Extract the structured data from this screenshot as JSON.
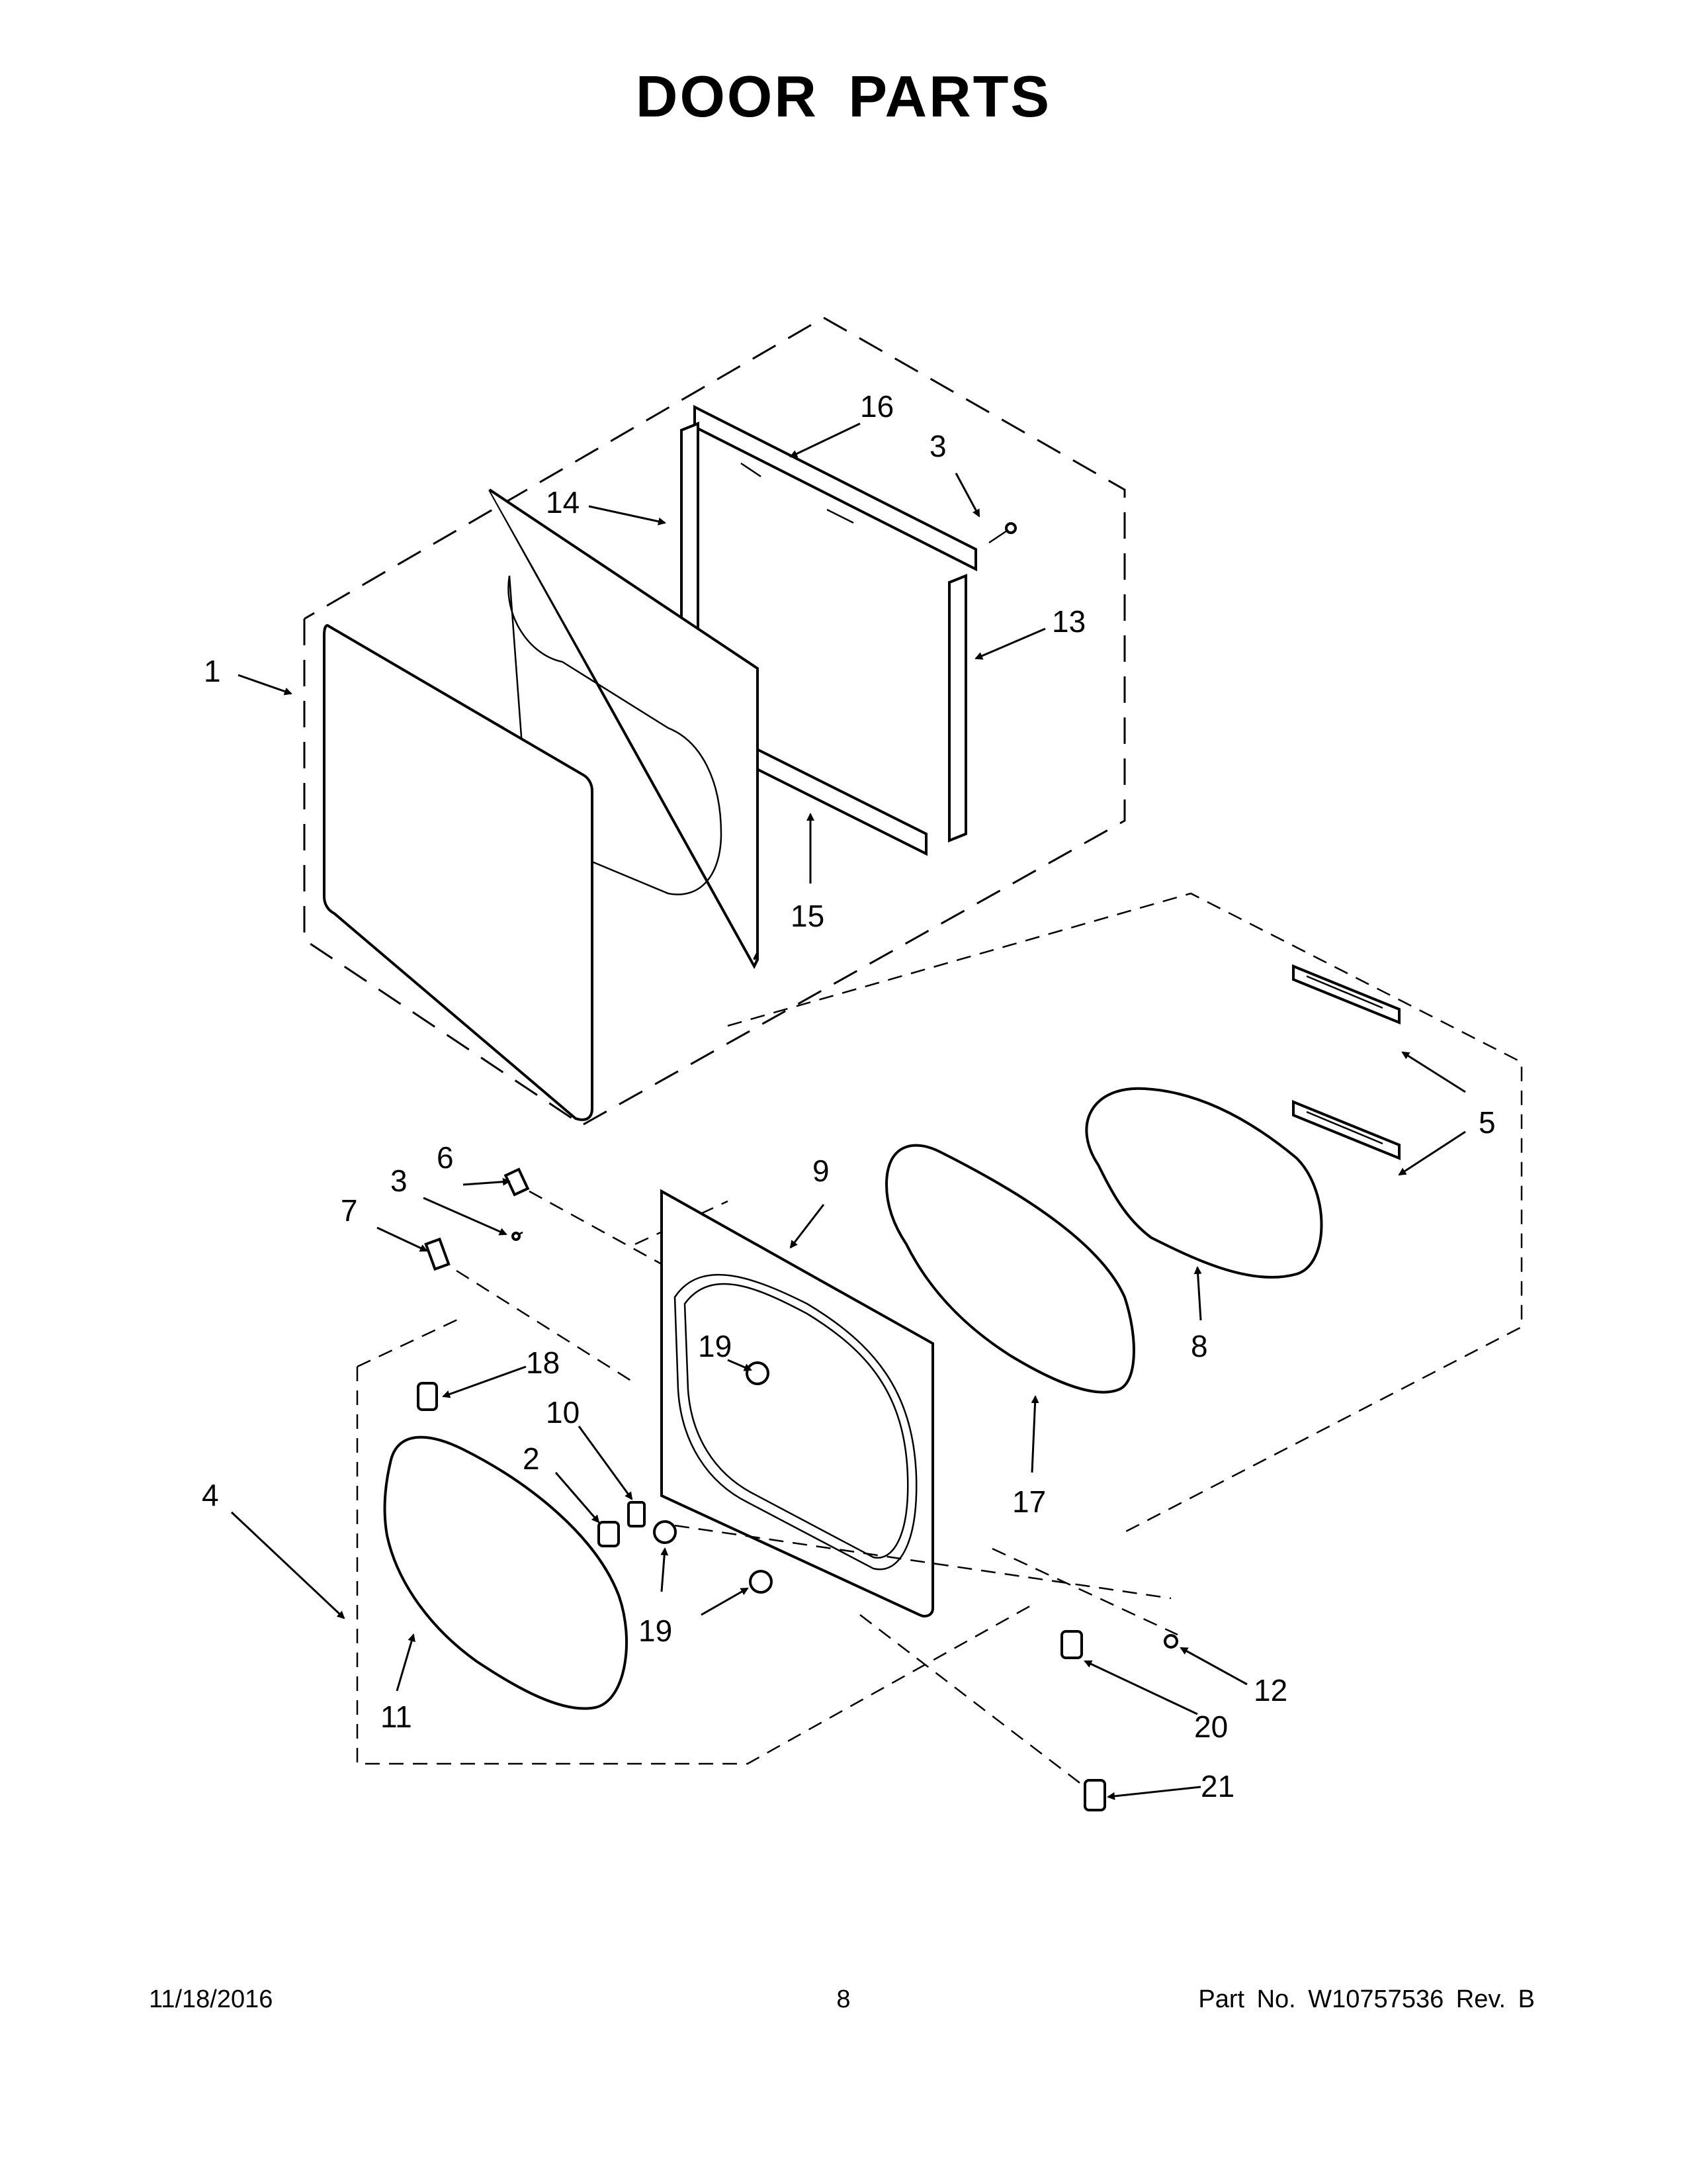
{
  "title": "DOOR PARTS",
  "footer": {
    "date": "11/18/2016",
    "page": "8",
    "part_number": "Part No.  W10757536  Rev.  B"
  },
  "callouts": {
    "c1": "1",
    "c2": "2",
    "c3a": "3",
    "c3b": "3",
    "c4": "4",
    "c5": "5",
    "c6": "6",
    "c7": "7",
    "c8": "8",
    "c9": "9",
    "c10": "10",
    "c11": "11",
    "c12": "12",
    "c13": "13",
    "c14": "14",
    "c15": "15",
    "c16": "16",
    "c17": "17",
    "c18": "18",
    "c19a": "19",
    "c19b": "19",
    "c20": "20",
    "c21": "21"
  }
}
